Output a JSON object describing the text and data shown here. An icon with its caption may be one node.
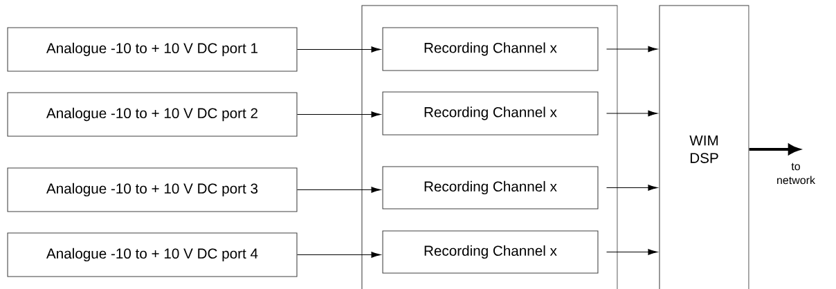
{
  "diagram": {
    "nodes": [
      {
        "text": [
          "Analogue -10 to + 10 V DC port 1"
        ]
      },
      {
        "text": [
          "Analogue -10 to + 10 V DC  port 2"
        ]
      },
      {
        "text": [
          "Analogue -10 to + 10 V DC port 3"
        ]
      },
      {
        "text": [
          "Analogue -10 to + 10 V DC port 4"
        ]
      },
      {
        "text": [],
        "shape": "box"
      },
      {
        "text": [
          "Recording Channel x"
        ],
        "in": 4
      },
      {
        "text": [
          "Recording Channel x"
        ],
        "in": 4
      },
      {
        "text": [
          "Recording Channel x"
        ],
        "in": 4
      },
      {
        "text": [
          "Recording Channel x"
        ],
        "in": 4
      },
      {
        "text": [
          "WIM DSP"
        ]
      }
    ],
    "edges": [
      {
        "from": 0,
        "to": 5,
        "arrow": "to"
      },
      {
        "from": 1,
        "to": 6,
        "arrow": "to"
      },
      {
        "from": 2,
        "to": 7,
        "arrow": "to"
      },
      {
        "from": 3,
        "to": 8,
        "arrow": "to"
      },
      {
        "from": 5,
        "to": 9,
        "arrow": "to"
      },
      {
        "from": 6,
        "to": 9,
        "arrow": "to"
      },
      {
        "from": 7,
        "to": 9,
        "arrow": "to"
      },
      {
        "from": 8,
        "to": 9,
        "arrow": "to"
      },
      {
        "from": 9,
        "to": null,
        "arrow": "to",
        "style": "thick",
        "label": "to network"
      }
    ]
  }
}
